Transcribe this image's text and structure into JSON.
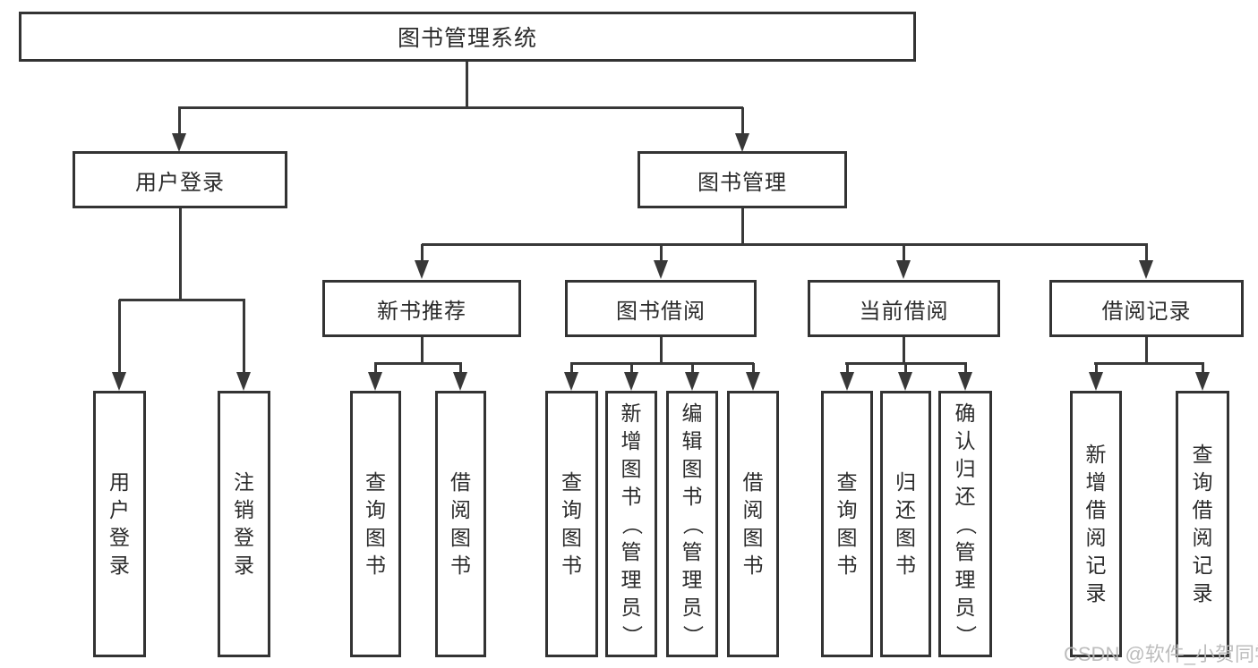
{
  "colors": {
    "line": "#383838",
    "box_border": "#333333",
    "text": "#2b2b2b",
    "background": "#ffffff",
    "watermark": "#b9b9b9"
  },
  "diagram": {
    "root": {
      "label": "图书管理系统"
    },
    "branches": [
      {
        "label": "用户登录",
        "children": [
          {
            "label": "用户登录"
          },
          {
            "label": "注销登录"
          }
        ]
      },
      {
        "label": "图书管理",
        "children": [
          {
            "label": "新书推荐",
            "children": [
              {
                "label": "查询图书"
              },
              {
                "label": "借阅图书"
              }
            ]
          },
          {
            "label": "图书借阅",
            "children": [
              {
                "label": "查询图书"
              },
              {
                "label": "新增图书（管理员）"
              },
              {
                "label": "编辑图书（管理员）"
              },
              {
                "label": "借阅图书"
              }
            ]
          },
          {
            "label": "当前借阅",
            "children": [
              {
                "label": "查询图书"
              },
              {
                "label": "归还图书"
              },
              {
                "label": "确认归还（管理员）"
              }
            ]
          },
          {
            "label": "借阅记录",
            "children": [
              {
                "label": "新增借阅记录"
              },
              {
                "label": "查询借阅记录"
              }
            ]
          }
        ]
      }
    ]
  },
  "watermark": {
    "text": "CSDN @软件_小贺同学"
  }
}
